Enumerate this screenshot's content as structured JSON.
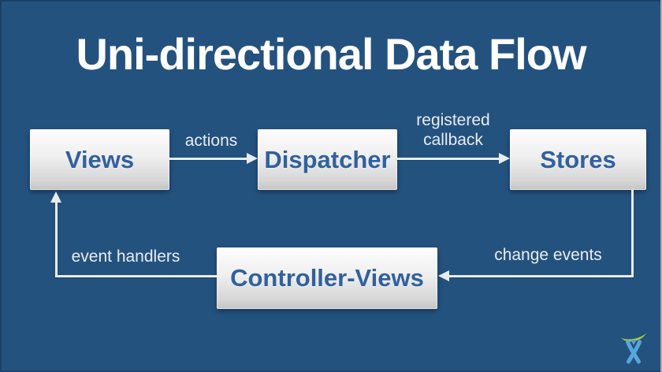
{
  "title": "Uni-directional Data Flow",
  "colors": {
    "background": "#24527F",
    "box_gradient_top": "#FDFDFD",
    "box_gradient_bottom": "#C4C4C4",
    "box_text": "#31619E",
    "arrow_and_label": "#E8ECF0",
    "title_text": "#FFFFFF",
    "logo_blue": "#57A7DC",
    "logo_green": "#A9CB3C"
  },
  "diagram": {
    "nodes": [
      {
        "id": "views",
        "label": "Views"
      },
      {
        "id": "dispatcher",
        "label": "Dispatcher"
      },
      {
        "id": "stores",
        "label": "Stores"
      },
      {
        "id": "controller-views",
        "label": "Controller-Views"
      }
    ],
    "edges": [
      {
        "from": "views",
        "to": "dispatcher",
        "label": "actions"
      },
      {
        "from": "dispatcher",
        "to": "stores",
        "label": "registered\ncallback"
      },
      {
        "from": "stores",
        "to": "controller-views",
        "label": "change events"
      },
      {
        "from": "controller-views",
        "to": "views",
        "label": "event handlers"
      }
    ]
  },
  "logo": {
    "name": "atlassian-logo"
  }
}
